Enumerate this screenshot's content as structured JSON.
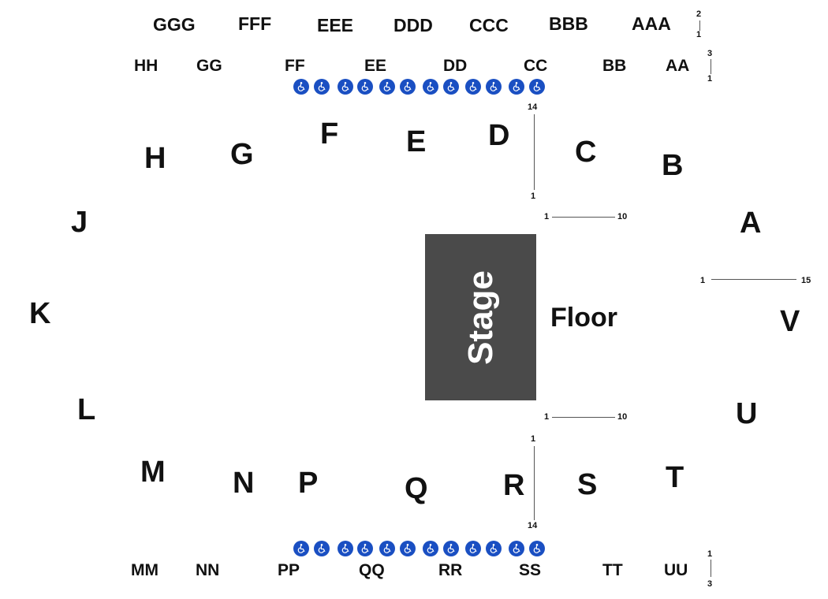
{
  "stage_label": "Stage",
  "floor_label": "Floor",
  "top_row3": [
    "GGG",
    "FFF",
    "EEE",
    "DDD",
    "CCC",
    "BBB",
    "AAA"
  ],
  "top_row2": [
    "HH",
    "GG",
    "FF",
    "EE",
    "DD",
    "CC",
    "BB",
    "AA"
  ],
  "upper_sections": [
    "H",
    "G",
    "F",
    "E",
    "D",
    "C",
    "B"
  ],
  "side_sections": [
    "J",
    "K",
    "L",
    "A",
    "V",
    "U"
  ],
  "lower_sections": [
    "M",
    "N",
    "P",
    "Q",
    "R",
    "S",
    "T"
  ],
  "bottom_row": [
    "MM",
    "NN",
    "PP",
    "QQ",
    "RR",
    "SS",
    "TT",
    "UU"
  ],
  "row_numbers": {
    "top_row3_start": "2",
    "top_row3_end": "1",
    "top_row2_start": "3",
    "top_row2_end": "1",
    "upper_d_start": "14",
    "upper_d_end": "1",
    "floor_top_start": "1",
    "floor_top_end": "10",
    "a_v_start": "1",
    "a_v_end": "15",
    "floor_bottom_start": "1",
    "floor_bottom_end": "10",
    "lower_r_start": "1",
    "lower_r_end": "14",
    "bottom_start": "1",
    "bottom_end": "3"
  },
  "wheelchair_icon_name": "wheelchair-icon",
  "colors": {
    "stage": "#4a4a4a",
    "wheelchair": "#1a4fc2"
  }
}
